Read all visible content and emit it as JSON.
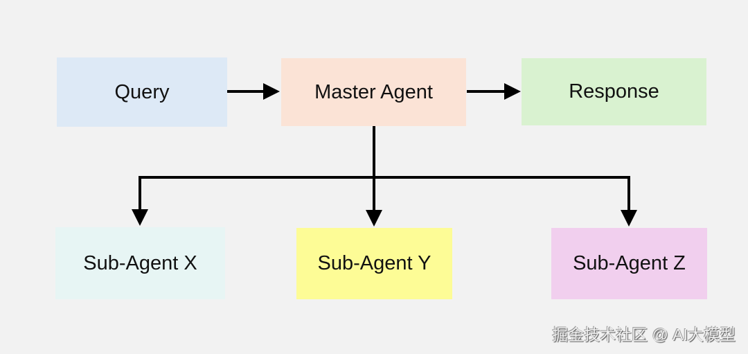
{
  "nodes": {
    "query": {
      "label": "Query",
      "color": "#dde9f6"
    },
    "master": {
      "label": "Master Agent",
      "color": "#fbe3d6"
    },
    "response": {
      "label": "Response",
      "color": "#d9f2d0"
    },
    "sub_x": {
      "label": "Sub-Agent X",
      "color": "#e7f5f4"
    },
    "sub_y": {
      "label": "Sub-Agent Y",
      "color": "#fdfc96"
    },
    "sub_z": {
      "label": "Sub-Agent Z",
      "color": "#f1cfee"
    }
  },
  "edges": [
    {
      "from": "Query",
      "to": "Master Agent"
    },
    {
      "from": "Master Agent",
      "to": "Response"
    },
    {
      "from": "Master Agent",
      "to": "Sub-Agent X"
    },
    {
      "from": "Master Agent",
      "to": "Sub-Agent Y"
    },
    {
      "from": "Master Agent",
      "to": "Sub-Agent Z"
    }
  ],
  "watermark": "掘金技术社区 @ AI大模型"
}
